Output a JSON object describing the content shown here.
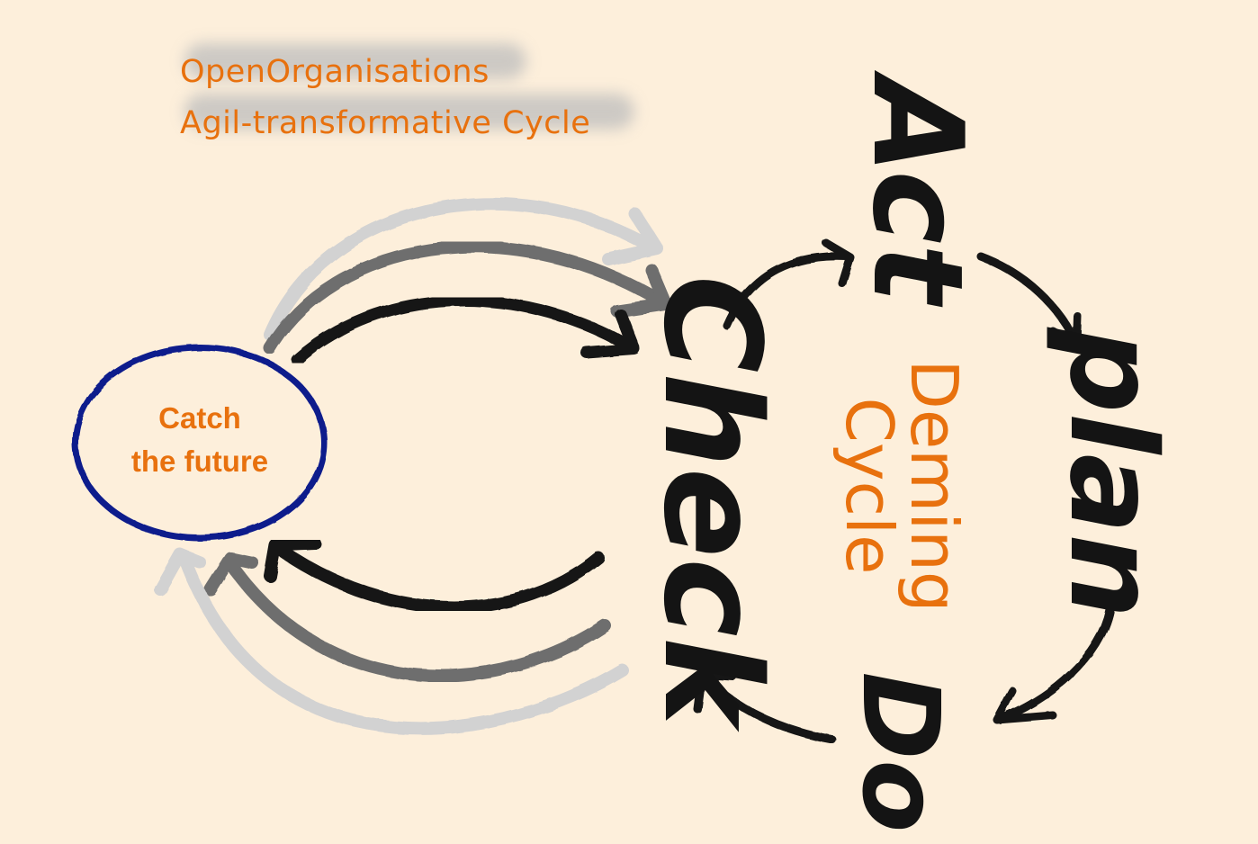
{
  "header": {
    "line1": "OpenOrganisations",
    "line2": "Agil-transformative Cycle"
  },
  "catch_node": {
    "line1": "Catch",
    "line2": "the future"
  },
  "deming": {
    "check": "Check",
    "act": "Act",
    "plan": "plan",
    "do": "Do",
    "label_line1": "Deming",
    "label_line2": "Cycle"
  },
  "colors": {
    "background": "#fdefdb",
    "accent_orange": "#e8710e",
    "circle_navy": "#0d1a8c",
    "ink": "#141414",
    "gray_dark": "#6e6e6e",
    "gray_light": "#d2d2d2"
  }
}
